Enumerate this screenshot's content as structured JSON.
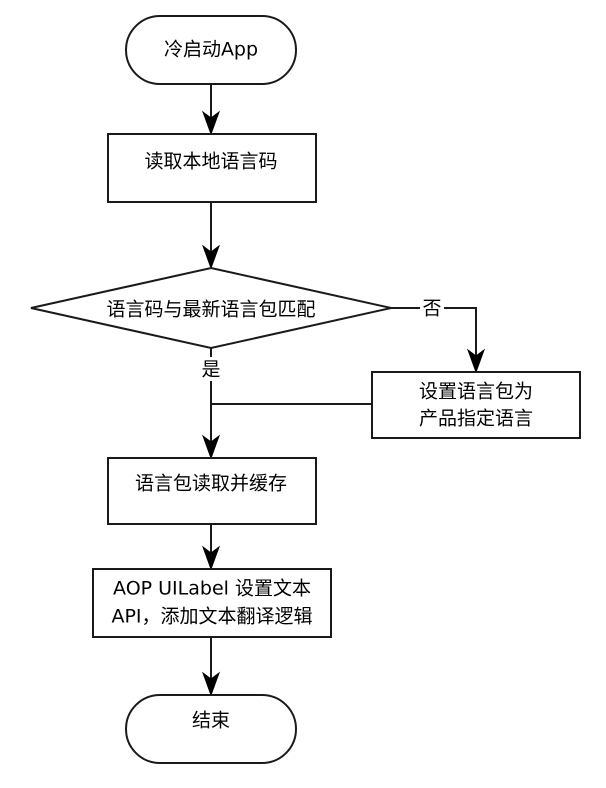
{
  "diagram": {
    "type": "flowchart",
    "colors": {
      "stroke": "#1a1a1a",
      "fill": "#ffffff",
      "text": "#000000"
    },
    "nodes": {
      "start": {
        "shape": "terminator",
        "lines": [
          "冷启动App"
        ]
      },
      "read_code": {
        "shape": "process",
        "lines": [
          "读取本地语言码"
        ]
      },
      "decision": {
        "shape": "decision",
        "lines": [
          "语言码与最新语言包匹配"
        ]
      },
      "set_default": {
        "shape": "process",
        "lines": [
          "设置语言包为",
          "产品指定语言"
        ]
      },
      "read_cache": {
        "shape": "process",
        "lines": [
          "语言包读取并缓存"
        ]
      },
      "aop": {
        "shape": "process",
        "lines": [
          "AOP UILabel 设置文本",
          "API，添加文本翻译逻辑"
        ]
      },
      "end": {
        "shape": "terminator",
        "lines": [
          "结束"
        ]
      }
    },
    "edges": [
      {
        "from": "start",
        "to": "read_code",
        "label": ""
      },
      {
        "from": "read_code",
        "to": "decision",
        "label": ""
      },
      {
        "from": "decision",
        "to": "set_default",
        "label": "否"
      },
      {
        "from": "decision",
        "to": "read_cache",
        "label": "是"
      },
      {
        "from": "set_default",
        "to": "read_cache",
        "label": ""
      },
      {
        "from": "read_cache",
        "to": "aop",
        "label": ""
      },
      {
        "from": "aop",
        "to": "end",
        "label": ""
      }
    ],
    "labels": {
      "no": "否",
      "yes": "是"
    }
  }
}
